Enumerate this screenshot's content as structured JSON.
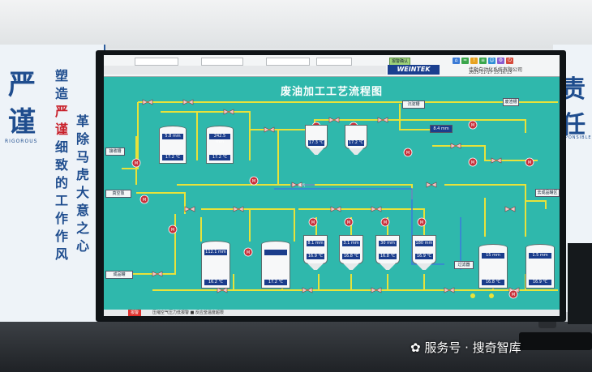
{
  "poster_left": {
    "big1": "严",
    "big2": "谨",
    "subtitle": "RIGOROUS",
    "slogan1_pre": "塑造",
    "slogan1_red": "严谨",
    "slogan1_post": "细致的工作作风",
    "slogan2": "革除马虎大意之心"
  },
  "poster_right": {
    "big1": "责",
    "big2": "任",
    "subtitle": "RESPONSIBLE"
  },
  "hmi": {
    "brand": "WEINTEK",
    "alarm_button": "报警确认",
    "company": "佳勒自动化系统有限公司",
    "clock": "2025-11-17 15:16:13",
    "title": "废油加工工艺流程图",
    "status_alarm": "报警",
    "status_text": "压缩空气压力低报警 ■ 反应釜温度超限"
  },
  "colors": {
    "screen_bg": "#2fb8ac",
    "pipe": "#e8e23a",
    "pipe_blue": "#3a7fd9",
    "valve": "#f5c6c6",
    "motor": "#c8303a",
    "tank_value_bg": "#1b3d8c"
  },
  "tanks_big": [
    {
      "id": "t1",
      "level": "5.8 mm",
      "temp": "17.2 ℃"
    },
    {
      "id": "t2",
      "level": "242.5 mm",
      "temp": "17.2 ℃"
    },
    {
      "id": "t3",
      "level": "112.1 mm",
      "temp": "16.2 ℃"
    },
    {
      "id": "t4",
      "level": "",
      "temp": "17.2 ℃"
    }
  ],
  "reactors": [
    {
      "id": "r1",
      "temp": "17.3 ℃"
    },
    {
      "id": "r2",
      "temp": "17.2 ℃"
    }
  ],
  "reactors_small": [
    {
      "id": "s1",
      "level": "8.1 mm",
      "temp": "16.9 ℃"
    },
    {
      "id": "s2",
      "level": "3.1 mm",
      "temp": "16.8 ℃"
    },
    {
      "id": "s3",
      "level": "30 mm",
      "temp": "16.8 ℃"
    },
    {
      "id": "s4",
      "level": "180 mm",
      "temp": "16.9 ℃"
    }
  ],
  "tanks_right": [
    {
      "id": "w1",
      "level": "15 mm",
      "temp": "16.8 ℃"
    },
    {
      "id": "w2",
      "level": "1.5 mm",
      "temp": "16.9 ℃"
    }
  ],
  "boxes": {
    "receive_box": "接收槽",
    "center_box": "8.4 mm",
    "filter_box": "过滤器",
    "waste_box": "废渣槽",
    "product_box": "成品罐",
    "pump_box": "真空泵",
    "right_box": "去成品罐区",
    "steam": "蒸汽",
    "waste_tag": "沉淀槽"
  }
}
